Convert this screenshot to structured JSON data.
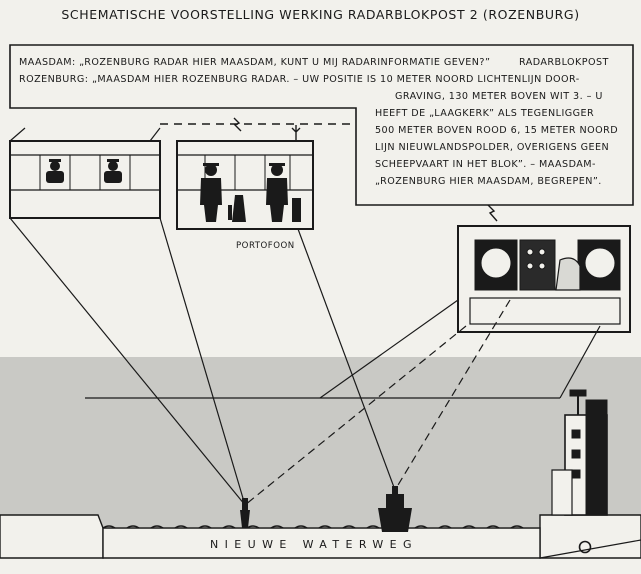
{
  "title": "SCHEMATISCHE VOORSTELLING WERKING RADARBLOKPOST 2 (ROZENBURG)",
  "dialog": [
    {
      "speaker": "MAASDAM:",
      "text": "„ROZENBURG RADAR HIER MAASDAM, KUNT U MIJ RADARINFORMATIE GEVEN?”",
      "tail": "RADARBLOKPOST"
    },
    {
      "speaker": "ROZENBURG:",
      "text": "„MAASDAM HIER ROZENBURG RADAR.  –  UW POSITIE IS 10 METER NOORD LICHTENLIJN DOOR-"
    },
    {
      "text": "GRAVING, 130 METER BOVEN WIT 3.  –  U"
    },
    {
      "text": "HEEFT DE „LAAGKERK” ALS TEGENLIGGER"
    },
    {
      "text": "500 METER BOVEN ROOD 6, 15 METER  NOORD"
    },
    {
      "text": "LIJN NIEUWLANDSPOLDER, OVERIGENS GEEN"
    },
    {
      "text": "SCHEEPVAART IN HET BLOK”.  –  MAASDAM-"
    },
    {
      "text": "„ROZENBURG HIER MAASDAM, BEGREPEN”."
    }
  ],
  "labels": {
    "portofoon": "PORTOFOON",
    "waterway": "NIEUWE WATERWEG"
  },
  "colors": {
    "background": "#f2f1ec",
    "water": "#c9c9c5",
    "ink": "#1a1a1a"
  }
}
